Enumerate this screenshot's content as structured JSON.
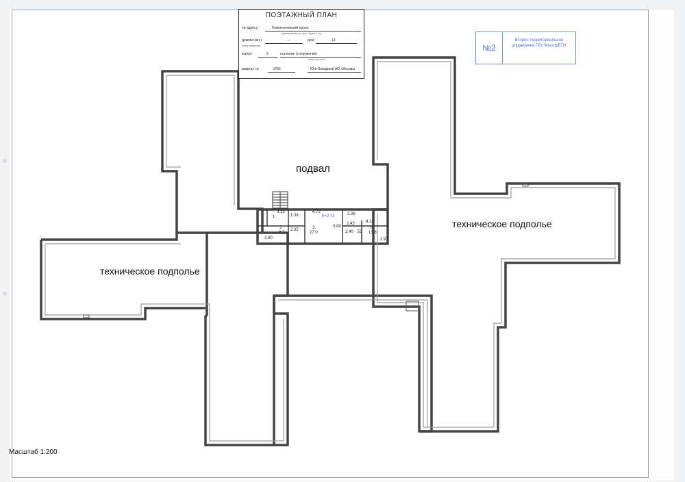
{
  "title_block": {
    "title": "ПОЭТАЖНЫЙ ПЛАН",
    "address_label": "по адресу:",
    "address_value": "Новоясеневский просп.",
    "address_hint": "наименование ул, прос, бульв и т.д.",
    "domovl_label": "домовл.(вл.)",
    "domovl_value": "—",
    "dom_label": "дом",
    "dom_value": "13",
    "domovl_hint": "номер владения",
    "korpus_label": "корпус",
    "korpus_value": "2",
    "stroenie_label": "строение (сооружение)",
    "stroenie_hint": "номер строения",
    "kvartal_label": "квартал №",
    "kvartal_value": "3751",
    "district_value": "Юго-Западный АО г.Москвы"
  },
  "blue_stamp": {
    "number": "№2",
    "text": "Второе территориальное управление ГБУ МосгорБТИ"
  },
  "labels": {
    "basement": "подвал",
    "tech_left": "техническое подполье",
    "tech_right": "техническое подполье"
  },
  "dimensions": {
    "d1": "3.13",
    "d2": "6.72",
    "d3": "1",
    "d4": "1.38",
    "height": "h=2.73",
    "d5": "2.06",
    "d6": "2.43",
    "d7": "4.11",
    "room2": "2",
    "room2_area": "9.2",
    "d8": "2.35",
    "room3": "3",
    "room3_area": "27.0",
    "d9": "3.89",
    "d10": "2.40",
    "d11": "55",
    "room5": "5",
    "room5_area": "13.8",
    "d12": "3.90",
    "d13": "2.97"
  },
  "scale": "Масштаб 1:200"
}
